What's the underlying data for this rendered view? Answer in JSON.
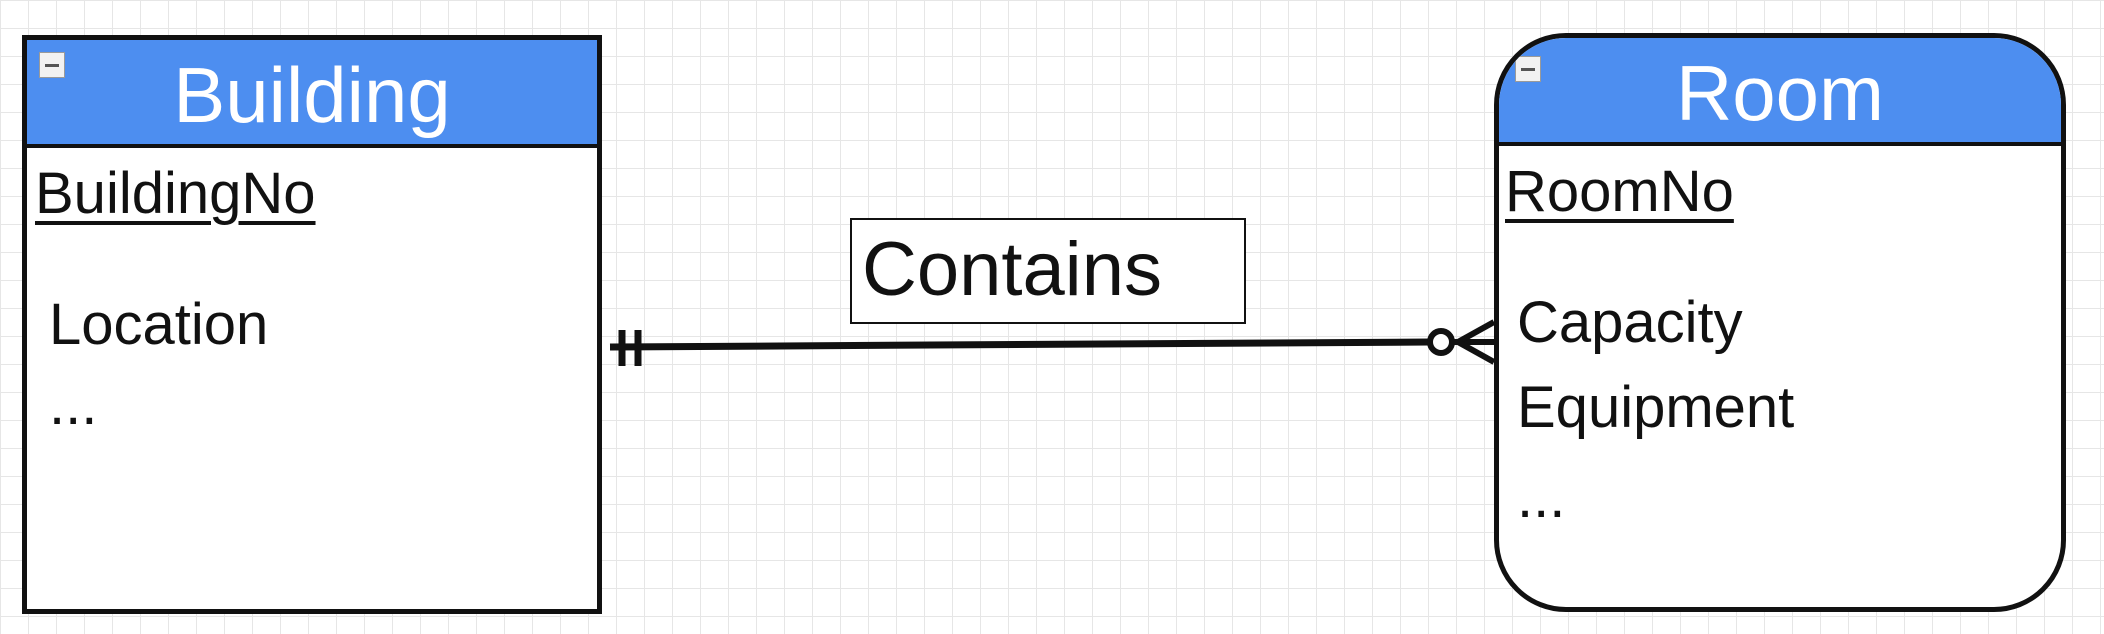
{
  "entities": {
    "building": {
      "title": "Building",
      "primary_key": "BuildingNo",
      "attributes": [
        "Location",
        "..."
      ]
    },
    "room": {
      "title": "Room",
      "primary_key": "RoomNo",
      "attributes": [
        "Capacity",
        "Equipment",
        "..."
      ]
    }
  },
  "relationship": {
    "label": "Contains",
    "from_cardinality": "one-and-only-one",
    "to_cardinality": "zero-or-many"
  },
  "colors": {
    "header": "#4d8ef0",
    "line": "#111111",
    "grid": "#e6e6e6"
  }
}
